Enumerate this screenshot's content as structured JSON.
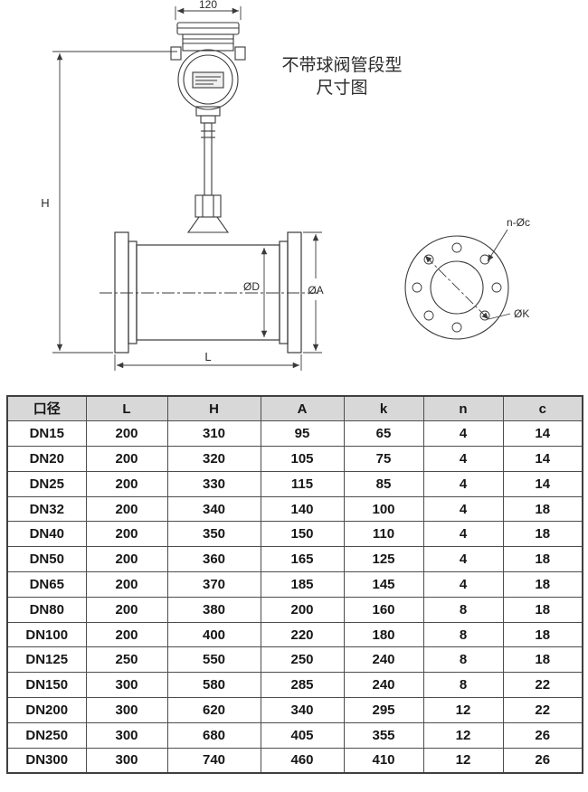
{
  "drawing": {
    "title_line1": "不带球阀管段型",
    "title_line2": "尺寸图",
    "labels": {
      "top_width": "120",
      "height": "H",
      "inner_dia": "ØD",
      "outer_dia": "ØA",
      "length": "L",
      "bolt_holes": "n-Øc",
      "bolt_circle": "ØK"
    }
  },
  "table": {
    "headers": [
      "口径",
      "L",
      "H",
      "A",
      "k",
      "n",
      "c"
    ],
    "rows": [
      [
        "DN15",
        "200",
        "310",
        "95",
        "65",
        "4",
        "14"
      ],
      [
        "DN20",
        "200",
        "320",
        "105",
        "75",
        "4",
        "14"
      ],
      [
        "DN25",
        "200",
        "330",
        "115",
        "85",
        "4",
        "14"
      ],
      [
        "DN32",
        "200",
        "340",
        "140",
        "100",
        "4",
        "18"
      ],
      [
        "DN40",
        "200",
        "350",
        "150",
        "110",
        "4",
        "18"
      ],
      [
        "DN50",
        "200",
        "360",
        "165",
        "125",
        "4",
        "18"
      ],
      [
        "DN65",
        "200",
        "370",
        "185",
        "145",
        "4",
        "18"
      ],
      [
        "DN80",
        "200",
        "380",
        "200",
        "160",
        "8",
        "18"
      ],
      [
        "DN100",
        "200",
        "400",
        "220",
        "180",
        "8",
        "18"
      ],
      [
        "DN125",
        "250",
        "550",
        "250",
        "240",
        "8",
        "18"
      ],
      [
        "DN150",
        "300",
        "580",
        "285",
        "240",
        "8",
        "22"
      ],
      [
        "DN200",
        "300",
        "620",
        "340",
        "295",
        "12",
        "22"
      ],
      [
        "DN250",
        "300",
        "680",
        "405",
        "355",
        "12",
        "26"
      ],
      [
        "DN300",
        "300",
        "740",
        "460",
        "410",
        "12",
        "26"
      ]
    ]
  }
}
